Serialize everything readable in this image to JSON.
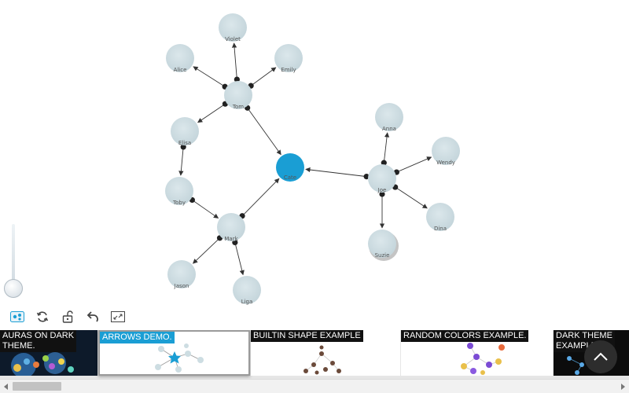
{
  "graph": {
    "nodes": [
      {
        "id": "violet",
        "label": "Violet"
      },
      {
        "id": "alice",
        "label": "Alice"
      },
      {
        "id": "emily",
        "label": "Emily"
      },
      {
        "id": "tom",
        "label": "Tom"
      },
      {
        "id": "elisa",
        "label": "Elisa"
      },
      {
        "id": "toby",
        "label": "Toby"
      },
      {
        "id": "cate",
        "label": "Cate"
      },
      {
        "id": "mark",
        "label": "Mark"
      },
      {
        "id": "jason",
        "label": "Jason"
      },
      {
        "id": "liga",
        "label": "Liga"
      },
      {
        "id": "anna",
        "label": "Anna"
      },
      {
        "id": "wendy",
        "label": "Wendy"
      },
      {
        "id": "joe",
        "label": "Joe"
      },
      {
        "id": "dina",
        "label": "Dina"
      },
      {
        "id": "suzie",
        "label": "Suzie"
      }
    ],
    "edges": [
      {
        "from": "tom",
        "to": "violet"
      },
      {
        "from": "tom",
        "to": "alice"
      },
      {
        "from": "tom",
        "to": "emily"
      },
      {
        "from": "tom",
        "to": "elisa"
      },
      {
        "from": "tom",
        "to": "cate"
      },
      {
        "from": "elisa",
        "to": "toby"
      },
      {
        "from": "toby",
        "to": "mark"
      },
      {
        "from": "mark",
        "to": "cate"
      },
      {
        "from": "mark",
        "to": "jason"
      },
      {
        "from": "mark",
        "to": "liga"
      },
      {
        "from": "joe",
        "to": "cate"
      },
      {
        "from": "joe",
        "to": "anna"
      },
      {
        "from": "joe",
        "to": "wendy"
      },
      {
        "from": "joe",
        "to": "dina"
      },
      {
        "from": "joe",
        "to": "suzie"
      }
    ],
    "highlighted_node": "cate",
    "colors": {
      "node": "#cddde2",
      "highlight": "#1a9ed4",
      "edge": "#333333",
      "dot": "#222222"
    }
  },
  "toolbar": {
    "buttons": [
      {
        "icon": "fit-view-icon"
      },
      {
        "icon": "refresh-icon"
      },
      {
        "icon": "unlock-icon"
      },
      {
        "icon": "undo-icon"
      },
      {
        "icon": "fullscreen-icon"
      }
    ]
  },
  "examples": [
    {
      "title": "AURAS ON DARK\nTHEME."
    },
    {
      "title": "ARROWS DEMO.",
      "active": true
    },
    {
      "title": "BUILTIN SHAPE EXAMPLE"
    },
    {
      "title": "RANDOM COLORS EXAMPLE."
    },
    {
      "title": "DARK THEME\nEXAMPLE"
    }
  ],
  "scroll_top": {
    "icon": "chevron-up-icon"
  }
}
